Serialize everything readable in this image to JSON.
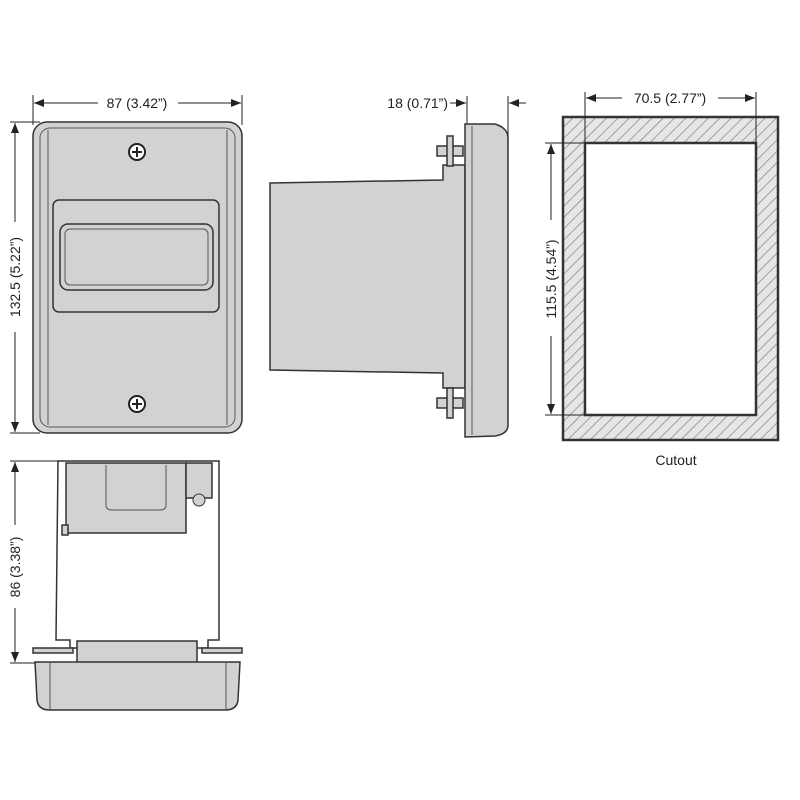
{
  "drawing": {
    "front_view": {
      "width_label": "87 (3.42”)",
      "height_label": "132.5 (5.22”)"
    },
    "side_view": {
      "depth_label": "18 (0.71”)"
    },
    "bottom_view": {
      "depth_label": "86 (3.38”)"
    },
    "cutout": {
      "width_label": "70.5 (2.77”)",
      "height_label": "115.5 (4.54”)",
      "caption": "Cutout"
    },
    "colors": {
      "body": "#d2d2d2",
      "outline": "#333333",
      "hatch": "#888888"
    }
  }
}
